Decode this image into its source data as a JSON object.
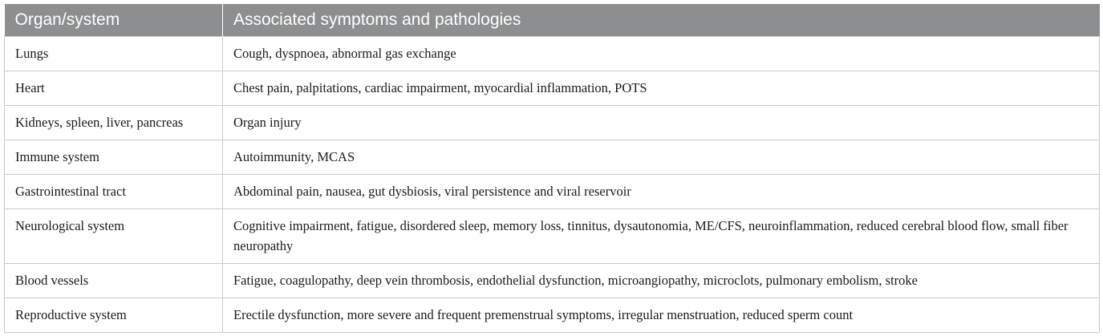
{
  "table": {
    "headers": [
      "Organ/system",
      "Associated symptoms and pathologies"
    ],
    "rows": [
      [
        "Lungs",
        "Cough, dyspnoea, abnormal gas exchange"
      ],
      [
        "Heart",
        "Chest pain, palpitations, cardiac impairment, myocardial inflammation, POTS"
      ],
      [
        "Kidneys, spleen, liver, pancreas",
        "Organ injury"
      ],
      [
        "Immune system",
        "Autoimmunity, MCAS"
      ],
      [
        "Gastrointestinal tract",
        "Abdominal pain, nausea, gut dysbiosis, viral persistence and viral reservoir"
      ],
      [
        "Neurological system",
        "Cognitive impairment, fatigue, disordered sleep, memory loss, tinnitus, dysautonomia, ME/CFS, neuroinflammation, reduced cerebral blood flow, small fiber neuropathy"
      ],
      [
        "Blood vessels",
        "Fatigue, coagulopathy, deep vein thrombosis, endothelial dysfunction, microangiopathy, microclots, pulmonary embolism, stroke"
      ],
      [
        "Reproductive system",
        "Erectile dysfunction, more severe and frequent premenstrual symptoms, irregular menstruation, reduced sperm count"
      ]
    ]
  }
}
